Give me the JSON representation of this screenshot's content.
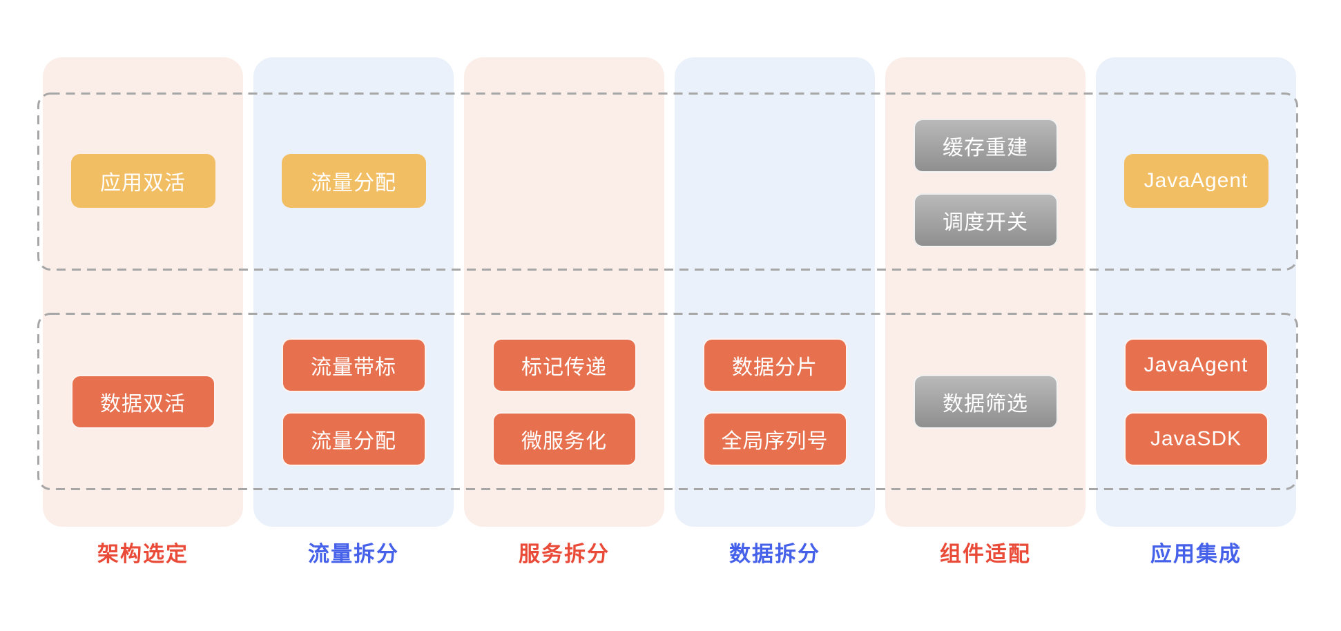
{
  "diagram": {
    "colors": {
      "column_peach": "#fbeee8",
      "column_blue": "#eaf1fb",
      "box_yellow": "#f2be63",
      "box_red": "#e7704e",
      "box_gray_top": "#b9b9b9",
      "box_gray_bottom": "#8f8f8f",
      "label_red": "#e94b38",
      "label_blue": "#4560e9",
      "dash_gray": "#a6a6a6"
    },
    "columns": [
      {
        "name": "architecture-selection",
        "label": "架构选定",
        "label_color": "red",
        "bg": "peach",
        "top_boxes": [
          {
            "key": "app-dual-active",
            "text": "应用双活",
            "style": "yellow"
          }
        ],
        "bottom_boxes": [
          {
            "key": "data-dual-active",
            "text": "数据双活",
            "style": "red"
          }
        ]
      },
      {
        "name": "traffic-splitting",
        "label": "流量拆分",
        "label_color": "blue",
        "bg": "blue",
        "top_boxes": [
          {
            "key": "traffic-distribution",
            "text": "流量分配",
            "style": "yellow"
          }
        ],
        "bottom_boxes": [
          {
            "key": "traffic-tagging",
            "text": "流量带标",
            "style": "red"
          },
          {
            "key": "traffic-distribution-lower",
            "text": "流量分配",
            "style": "red"
          }
        ]
      },
      {
        "name": "service-splitting",
        "label": "服务拆分",
        "label_color": "red",
        "bg": "peach",
        "top_boxes": [],
        "bottom_boxes": [
          {
            "key": "tag-propagation",
            "text": "标记传递",
            "style": "red"
          },
          {
            "key": "microservitization",
            "text": "微服务化",
            "style": "red"
          }
        ]
      },
      {
        "name": "data-splitting",
        "label": "数据拆分",
        "label_color": "blue",
        "bg": "blue",
        "top_boxes": [],
        "bottom_boxes": [
          {
            "key": "data-sharding",
            "text": "数据分片",
            "style": "red"
          },
          {
            "key": "global-sequence-number",
            "text": "全局序列号",
            "style": "red"
          }
        ]
      },
      {
        "name": "component-adaptation",
        "label": "组件适配",
        "label_color": "red",
        "bg": "peach",
        "top_boxes": [
          {
            "key": "cache-rebuild",
            "text": "缓存重建",
            "style": "gray"
          },
          {
            "key": "scheduling-switch",
            "text": "调度开关",
            "style": "gray"
          }
        ],
        "bottom_boxes": [
          {
            "key": "data-filtering",
            "text": "数据筛选",
            "style": "gray"
          }
        ]
      },
      {
        "name": "application-integration",
        "label": "应用集成",
        "label_color": "blue",
        "bg": "blue",
        "top_boxes": [
          {
            "key": "java-agent",
            "text": "JavaAgent",
            "style": "yellow"
          }
        ],
        "bottom_boxes": [
          {
            "key": "java-agent-lower",
            "text": "JavaAgent",
            "style": "red"
          },
          {
            "key": "java-sdk",
            "text": "JavaSDK",
            "style": "red"
          }
        ]
      }
    ]
  }
}
